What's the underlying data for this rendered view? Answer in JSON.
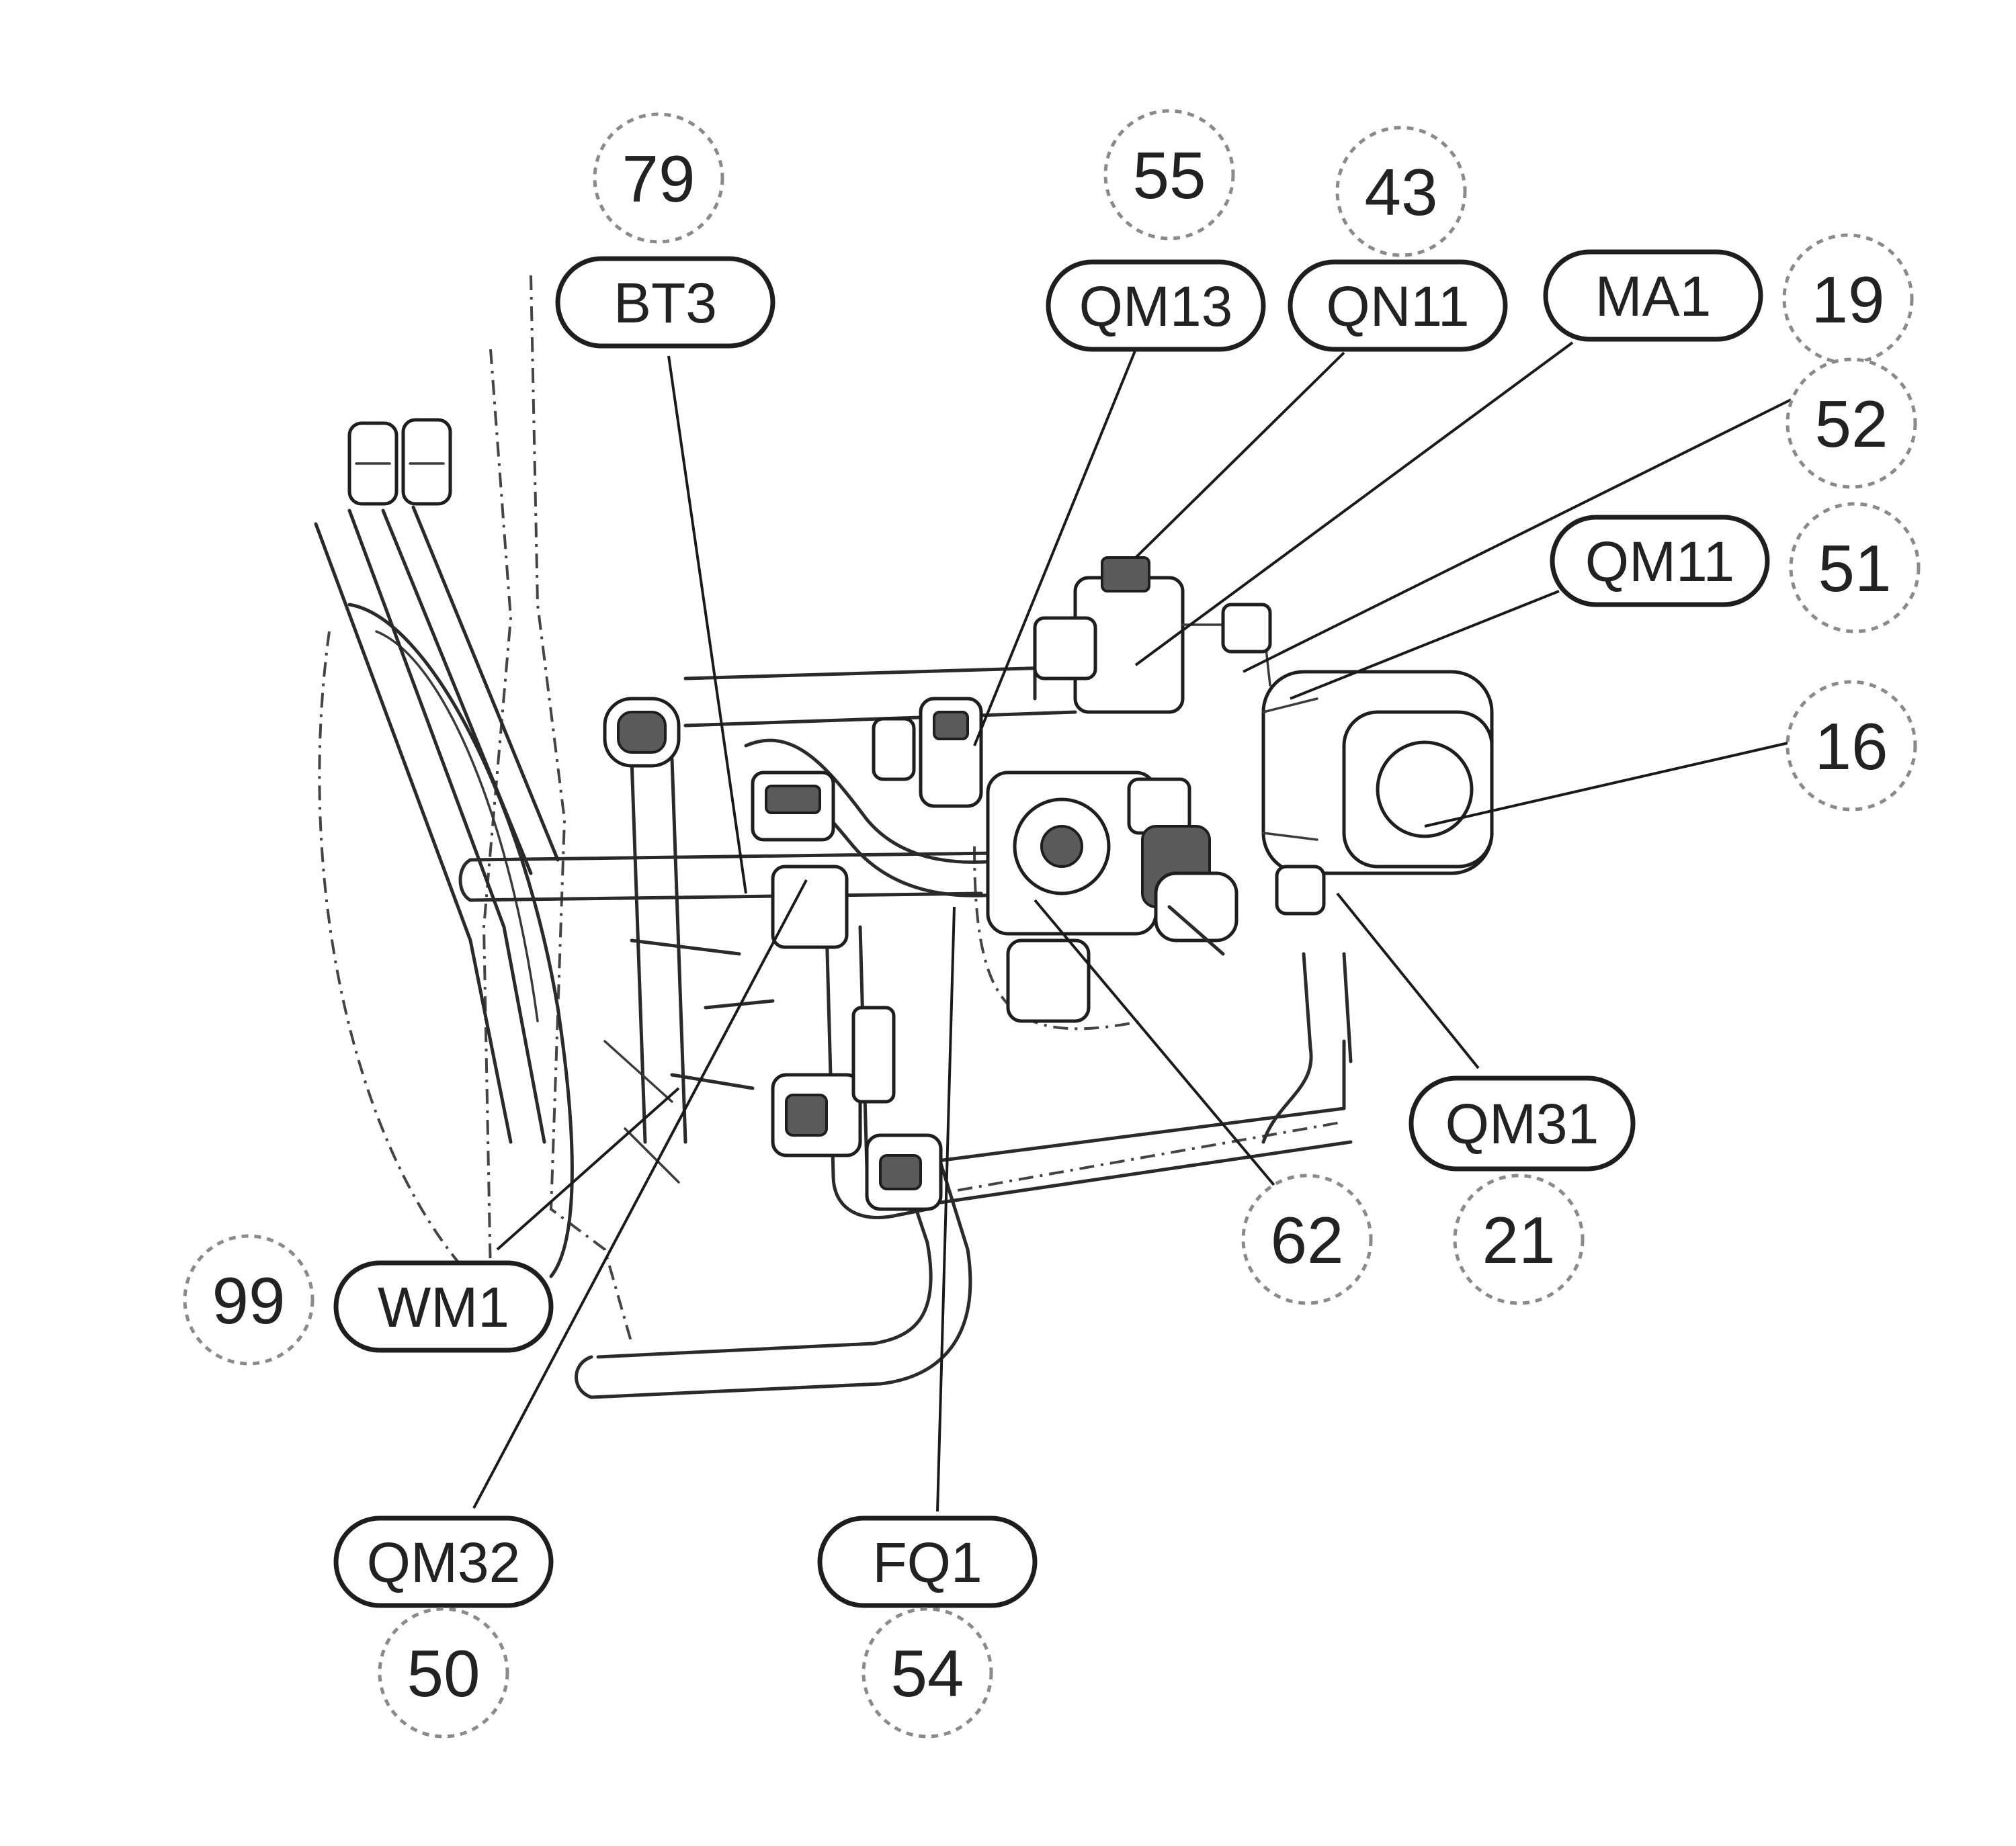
{
  "diagram": {
    "component_labels": {
      "bt3": "BT3",
      "qm13": "QM13",
      "qn11": "QN11",
      "ma1": "MA1",
      "qm11": "QM11",
      "qm31": "QM31",
      "wm1": "WM1",
      "qm32": "QM32",
      "fq1": "FQ1"
    },
    "position_numbers": {
      "n79": "79",
      "n55": "55",
      "n43": "43",
      "n19": "19",
      "n52": "52",
      "n51": "51",
      "n16": "16",
      "n62": "62",
      "n21": "21",
      "n99": "99",
      "n50": "50",
      "n54": "54"
    },
    "colors": {
      "line": "#1e1e1e",
      "number_circle": "#8a8a8a",
      "background": "#ffffff"
    }
  }
}
